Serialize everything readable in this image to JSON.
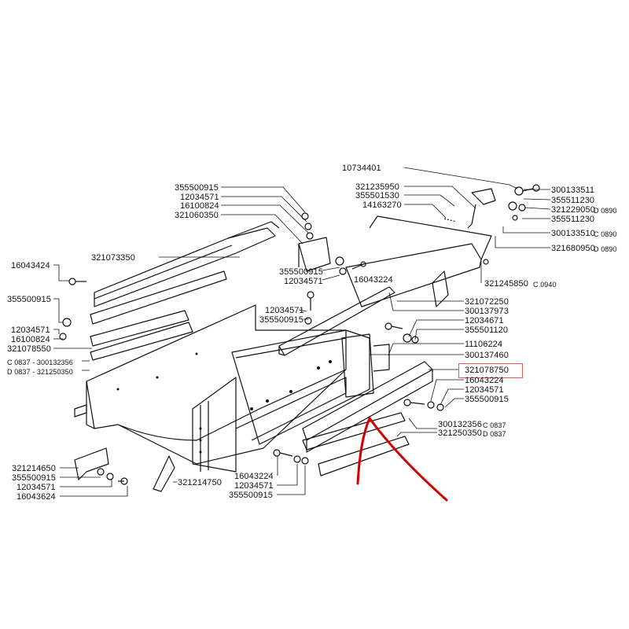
{
  "labels": {
    "p10734401": "10734401",
    "p300133511": "300133511",
    "p355511230a": "355511230",
    "p321229050": "321229050",
    "d0890a": "D 0890",
    "p355511230b": "355511230",
    "p300133510": "300133510",
    "c0890": "C 0890",
    "p321680950": "321680950",
    "d0890b": "D 0890",
    "p321235950": "321235950",
    "p355501530": "355501530",
    "p14163270": "14163270",
    "p321245850": "321245850",
    "c0940": "C 0940",
    "p355500915a": "355500915",
    "p12034571a": "12034571",
    "p16100824a": "16100824",
    "p321060350": "321060350",
    "p321073350": "321073350",
    "p16043424": "16043424",
    "p355500915b": "355500915",
    "p12034571b": "12034571",
    "p16100824b": "16100824",
    "p321078550": "321078550",
    "c0837a": "C 0837 - 300132356",
    "d0837a": "D 0837 - 321250350",
    "p355500915c": "355500915",
    "p12034571c": "12034571",
    "p16043224a": "16043224",
    "p12034571d": "12034571",
    "p355500915d": "355500915",
    "p321072250": "321072250",
    "p300137973": "300137973",
    "p12034671": "12034671",
    "p355501120": "355501120",
    "p11106224": "11106224",
    "p300137460": "300137460",
    "p321078750": "321078750",
    "p16043224b": "16043224",
    "p12034571e": "12034571",
    "p355500915e": "355500915",
    "p300132356": "300132356",
    "c0837b": "C 0837",
    "p321250350": "321250350",
    "d0837b": "D 0837",
    "p321214650": "321214650",
    "p355500915f": "355500915",
    "p12034571f": "12034571",
    "p16043624": "16043624",
    "p321214750": "321214750",
    "p16043224c": "16043224",
    "p12034571g": "12034571",
    "p355500915g": "355500915"
  },
  "colors": {
    "ink": "#111111",
    "highlight_box": "#e05a5a",
    "arrow": "#d40000"
  }
}
